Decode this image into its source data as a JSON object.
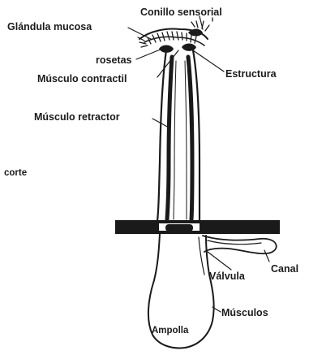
{
  "labels": {
    "conillo_sensorial": "Conillo sensorial",
    "glandula_mucosa": "Glándula mucosa",
    "rosetas": "rosetas",
    "estructura": "Estructura",
    "musculo_contractil": "Músculo contractil",
    "musculo_retractor": "Músculo retractor",
    "corte": "corte",
    "valvula": "Válvula",
    "canal": "Canal",
    "musculos": "Músculos",
    "ampolla": "Ampolla"
  },
  "colors": {
    "ink": "#1a1a1a",
    "background": "#ffffff"
  }
}
